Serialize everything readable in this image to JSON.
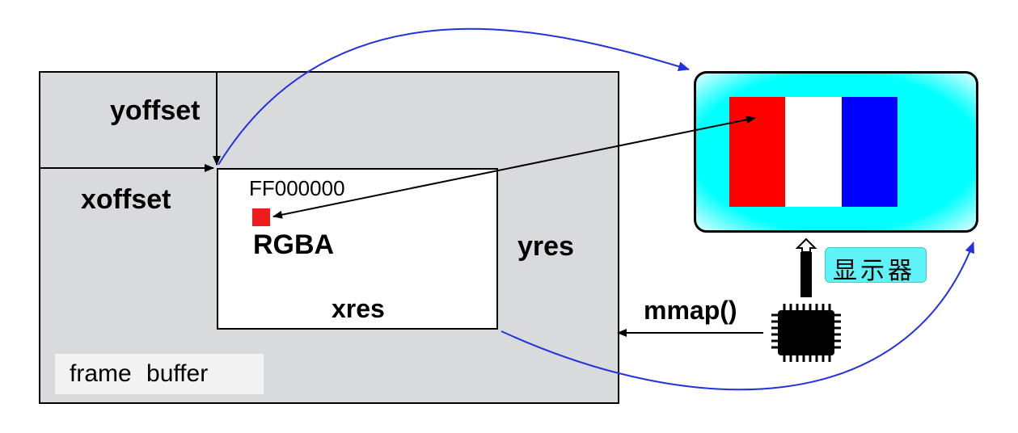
{
  "labels": {
    "yoffset": "yoffset",
    "xoffset": "xoffset",
    "yres": "yres",
    "xres": "xres",
    "pixel_value": "FF000000",
    "pixel_format": "RGBA",
    "frame_buffer": "frame  buffer",
    "display": "显示器",
    "mmap": "mmap()"
  },
  "flag_colors": [
    "#ff0000",
    "#ffffff",
    "#0000ff"
  ],
  "colors": {
    "pixel": "#ee1c1c",
    "curve": "#2233dd",
    "frame_buffer_fill": "#d9dadc",
    "monitor_glow": "#00ffff"
  },
  "icons": {
    "chip": "cpu-chip-icon",
    "up_arrow": "hollow-up-arrow-icon"
  }
}
